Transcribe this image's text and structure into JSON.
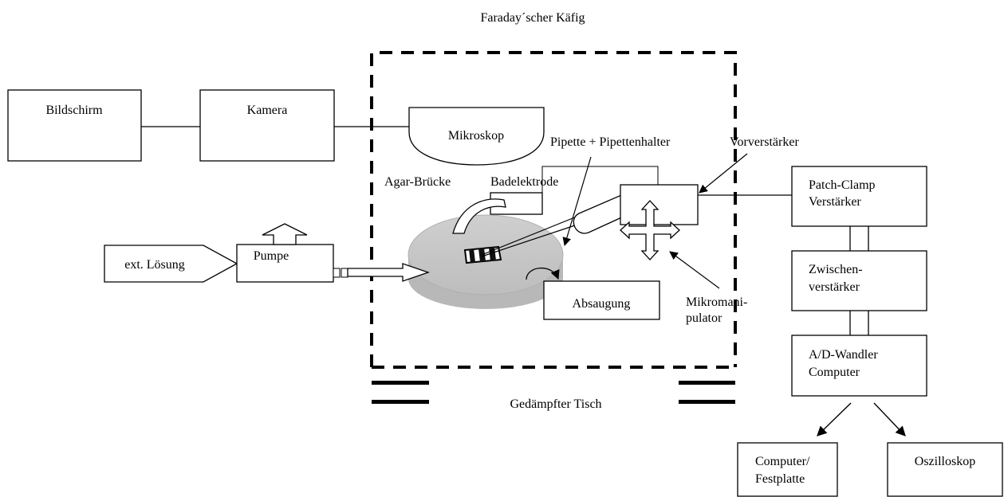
{
  "title": "Faraday´scher Käfig",
  "table_label": "Gedämpfter Tisch",
  "boxes": {
    "bildschirm": "Bildschirm",
    "kamera": "Kamera",
    "mikroskop": "Mikroskop",
    "pumpe": "Pumpe",
    "ext_loesung": "ext. Lösung",
    "absaugung": "Absaugung",
    "patch_clamp_line1": "Patch-Clamp",
    "patch_clamp_line2": "Verstärker",
    "zwischen_line1": "Zwischen-",
    "zwischen_line2": "verstärker",
    "ad_line1": "A/D-Wandler",
    "ad_line2": "Computer",
    "computer_line1": "Computer/",
    "computer_line2": "Festplatte",
    "oszilloskop": "Oszilloskop"
  },
  "labels": {
    "pipette": "Pipette + Pipettenhalter",
    "vorverstaerker": "Vorverstärker",
    "agar_bruecke": "Agar-Brücke",
    "badelektrode": "Badelektrode",
    "mikromani_line1": "Mikromani-",
    "mikromani_line2": "pulator"
  }
}
